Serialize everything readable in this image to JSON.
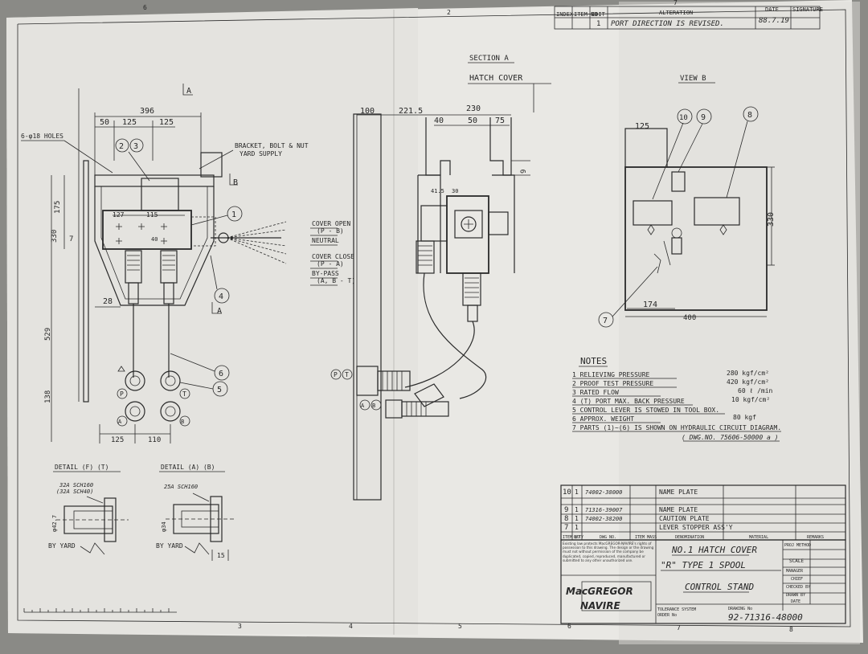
{
  "revision": {
    "headers": [
      "INDEX",
      "ITEM NO",
      "EDIT",
      "ALTERATION",
      "DATE",
      "SIGNATURE"
    ],
    "row": {
      "edit": "1",
      "alteration": "PORT DIRECTION IS REVISED.",
      "date": "88.7.19"
    },
    "date_label": "DATE",
    "sign_label": "SIGNATURE"
  },
  "views": {
    "section_a": "SECTION A",
    "hatch_cover": "HATCH COVER",
    "view_b": "VIEW B",
    "sec_mark_a": "A",
    "sec_mark_b": "B"
  },
  "front": {
    "dim_396": "396",
    "dim_50": "50",
    "dim_125a": "125",
    "dim_125b": "125",
    "holes": "6-φ18 HOLES",
    "bracket1": "BRACKET, BOLT & NUT",
    "bracket2": "YARD SUPPLY",
    "dim_330": "330",
    "dim_175": "175",
    "dim_7": "7",
    "dim_127": "127",
    "dim_115": "115",
    "dim_40": "40",
    "dim_28": "28",
    "dim_529": "529",
    "dim_138": "138",
    "dim_125c": "125",
    "dim_110": "110",
    "cover_open": "COVER OPEN",
    "cover_open_p": "(P - B)",
    "neutral": "NEUTRAL",
    "cover_close": "COVER CLOSE",
    "cover_close_p": "(P - A)",
    "bypass": "BY-PASS",
    "bypass_p": "(A, B - T)",
    "port_p": "P",
    "port_t": "T",
    "port_a": "A",
    "port_b": "B",
    "callouts": [
      "1",
      "2",
      "3",
      "4",
      "5",
      "6"
    ]
  },
  "side": {
    "dim_100": "100",
    "dim_2215": "221.5",
    "dim_230": "230",
    "dim_40": "40",
    "dim_50": "50",
    "dim_75": "75",
    "dim_9": "9",
    "dim_415": "41.5",
    "dim_30": "30",
    "port_p": "P",
    "port_t": "T",
    "port_a": "A",
    "port_b": "B"
  },
  "viewb": {
    "dim_125": "125",
    "dim_330": "330",
    "dim_174": "174",
    "dim_400": "400",
    "callouts": [
      "10",
      "9",
      "8",
      "7"
    ]
  },
  "notes": {
    "title": "NOTES",
    "items": [
      {
        "text": "1  RELIEVING PRESSURE",
        "value": "280  kgf/cm²"
      },
      {
        "text": "2  PROOF TEST PRESSURE",
        "value": "420  kgf/cm²"
      },
      {
        "text": "3  RATED FLOW",
        "value": "60  ℓ /min"
      },
      {
        "text": "4  (T) PORT MAX. BACK PRESSURE",
        "value": "10  kgf/cm²"
      },
      {
        "text": "5  CONTROL LEVER IS STOWED IN TOOL BOX.",
        "value": ""
      },
      {
        "text": "6  APPROX. WEIGHT",
        "value": "80  kgf"
      },
      {
        "text": "7  PARTS (1)~(6) IS SHOWN ON HYDRAULIC CIRCUIT DIAGRAM.",
        "value": ""
      }
    ],
    "dwg": "( DWG.NO. 75606-50000 a )"
  },
  "details": {
    "f_title": "DETAIL (F) (T)",
    "f_pipe1": "32A SCH160",
    "f_pipe2": "(32A SCH40)",
    "f_dia": "φ42.7",
    "f_yard": "BY YARD",
    "a_title": "DETAIL (A) (B)",
    "a_pipe": "25A SCH160",
    "a_dia": "φ34",
    "a_yard": "BY YARD",
    "a_15": "15"
  },
  "parts": [
    {
      "item": "10",
      "qty": "1",
      "dwg": "74002-38000",
      "name": "NAME PLATE"
    },
    {
      "item": "9",
      "qty": "1",
      "dwg": "71316-39007",
      "name": "NAME PLATE"
    },
    {
      "item": "8",
      "qty": "1",
      "dwg": "74002-38200",
      "name": "CAUTION PLATE"
    },
    {
      "item": "7",
      "qty": "1",
      "dwg": "",
      "name": "LEVER STOPPER ASS'Y"
    }
  ],
  "parts_headers": [
    "ITEM NO",
    "Q'TY",
    "DWG NO.",
    "ITEM MASS",
    "DENOMINATION",
    "MATERIAL",
    "REMARKS"
  ],
  "title_block": {
    "line1": "NO.1 HATCH COVER",
    "line2": "\"R\" TYPE 1 SPOOL",
    "line3": "CONTROL STAND",
    "dwg_no_label": "DRAWING No",
    "dwg_no": "92-71316-48000",
    "tolerance": "TOLERANCE SYSTEM",
    "order": "ORDER No",
    "roles": [
      "PROJ METHOD",
      "SCALE",
      "MANAGER",
      "CHIEF",
      "CHECKED BY",
      "DRAWN BY",
      "DATE"
    ],
    "logo1": "MacGREGOR",
    "logo2": "NAVIRE",
    "copyright": "Existing law protects MacGREGOR-NAVIRE's rights of possession to this drawing. The design or the drawing must not without permission of the company be duplicated, copied, reproduced, manufactured or submitted to any other unauthorized use."
  },
  "grid": {
    "top": [
      "6",
      "",
      "2",
      "",
      "",
      "",
      "7"
    ],
    "bottom": [
      "",
      "",
      "3",
      "4",
      "5",
      "6",
      "7",
      "8"
    ]
  }
}
